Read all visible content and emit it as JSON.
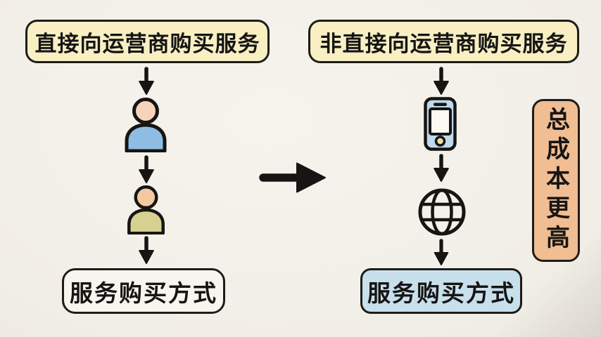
{
  "diagram": {
    "left_flow": {
      "top_box_label": "直接向运营商购买服务",
      "bottom_box_label": "服务购买方式"
    },
    "right_flow": {
      "top_box_label": "非直接向运营商购买服务",
      "bottom_box_label": "服务购买方式"
    },
    "annotation_label": "总成本更高",
    "icons": {
      "left_nodes": [
        "person-blue-shirt",
        "person-khaki-shirt"
      ],
      "right_nodes": [
        "smartphone",
        "globe"
      ],
      "between_flows": "arrow-right",
      "connectors": "arrow-down"
    },
    "colors": {
      "background": "#f3f0e9",
      "yellow_box": "#f8efc3",
      "blue_box": "#c8e0ec",
      "white_box": "#f8f5ee",
      "orange_box": "#f1bd92",
      "outline": "#1a1a19",
      "person1_shirt": "#8fbce3",
      "person2_shirt": "#d7d191",
      "person1_face": "#f7d2bc",
      "person2_face": "#f5c9a0",
      "phone_body": "#c0d9ec",
      "phone_button": "#efd9a2"
    }
  }
}
